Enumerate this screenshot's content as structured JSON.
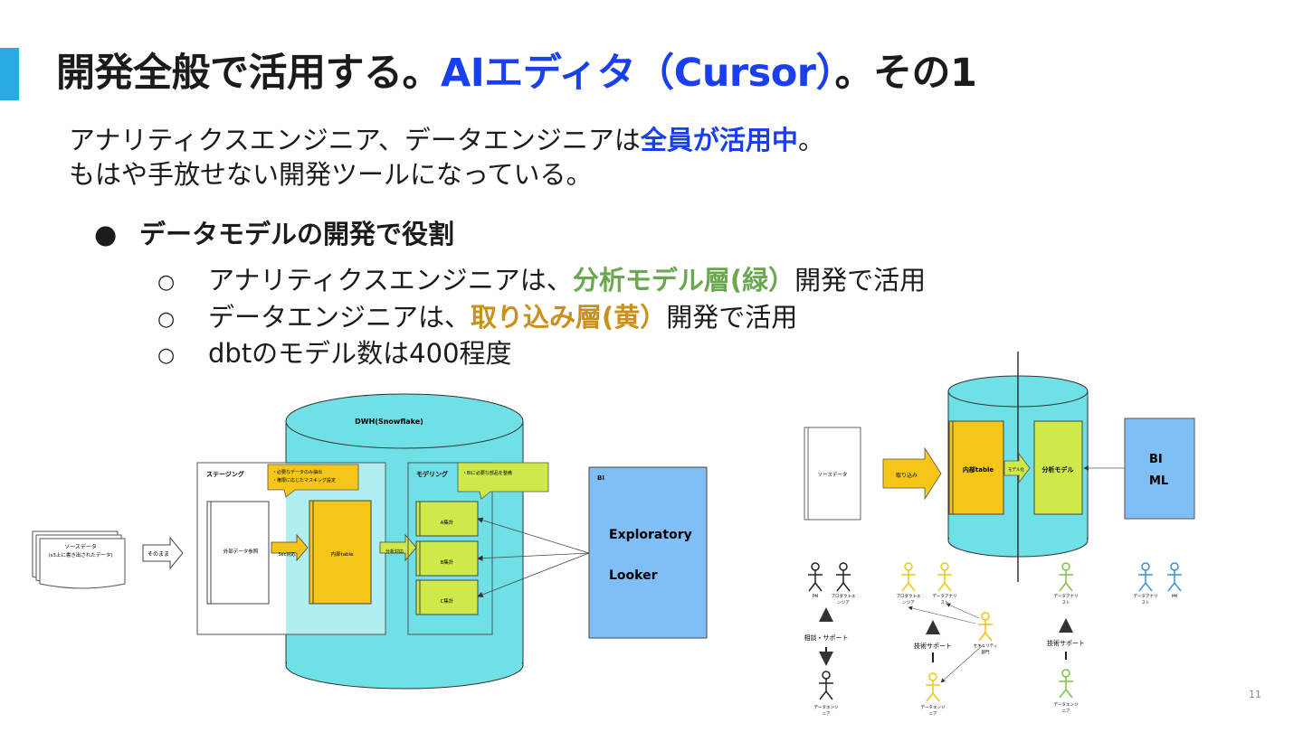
{
  "slide": {
    "title_main": "開発全般で活用する。",
    "title_highlight": "AIエディタ（Cursor）",
    "title_end": "。その1",
    "lead_line1_prefix": "アナリティクスエンジニア、データエンジニアは",
    "lead_line1_highlight": "全員が活用中",
    "lead_line1_suffix": "。",
    "lead_line2": "もはや手放せない開発ツールになっている。",
    "bullet_dot": "●",
    "bullet": "データモデルの開発で役割",
    "sub_bullet_marker": "○",
    "sub1_prefix": "アナリティクスエンジニアは、",
    "sub1_highlight": "分析モデル層(緑）",
    "sub1_suffix": "開発で活用",
    "sub2_prefix": "データエンジニアは、",
    "sub2_highlight": "取り込み層(黄）",
    "sub2_suffix": "開発で活用",
    "sub3": "dbtのモデル数は400程度",
    "page_number": "11"
  },
  "left_diagram": {
    "source_label_1": "ソースデータ",
    "source_label_2": "(s3上に書き出されたデータ)",
    "arrow_as_is": "そのまま",
    "dwh_title": "DWH(Snowflake)",
    "staging_title": "ステージング",
    "staging_note_1": "・必要なデータのみ抽出",
    "staging_note_2": "・権限に応じたマスキング設定",
    "external_ref": "外部データ参照",
    "sec_arrow": "Sec対応",
    "internal_table": "内部table",
    "modeling_title": "モデリング",
    "modeling_note": "・BIに必要な部品を整備",
    "analysis_arrow": "分析対応",
    "agg_a": "A集計",
    "agg_b": "B集計",
    "agg_c": "C集計",
    "bi_title": "BI",
    "bi_item_1": "Exploratory",
    "bi_item_2": "Looker"
  },
  "right_diagram": {
    "source": "ソースデータ",
    "ingest_arrow": "取り込み",
    "internal_table": "内部table",
    "model_arrow": "モデル化",
    "analysis_model": "分析モデル",
    "bi_line1": "BI",
    "bi_line2": "ML",
    "pm": "PM",
    "product_eng_1": "プロダクトエ",
    "product_eng_2": "ンジア",
    "consult_support": "相談・サポート",
    "data_eng_1": "データエンジ",
    "data_eng_2": "ニア",
    "product_eng_b1": "プロダクトエ",
    "product_eng_b2": "ンジア",
    "data_analyst_1": "データアナリ",
    "data_analyst_2": "スト",
    "tech_support": "技術サポート",
    "security_1": "セキュリティ",
    "security_2": "部門",
    "data_analyst_c1": "データアナリ",
    "data_analyst_c2": "スト",
    "tech_support_2": "技術サポート",
    "data_analyst_d1": "データアナリ",
    "data_analyst_d2": "スト",
    "pm_2": "PM"
  },
  "colors": {
    "accent_bar": "#29abe2",
    "highlight_blue": "#1a3ff0",
    "analysis_green": "#6aa84f",
    "ingest_gold": "#c9901a",
    "dwh_cyan": "#6fe0e6",
    "table_yellow": "#f5c518",
    "model_green": "#cfe84a",
    "bi_blue": "#7fbff5"
  }
}
